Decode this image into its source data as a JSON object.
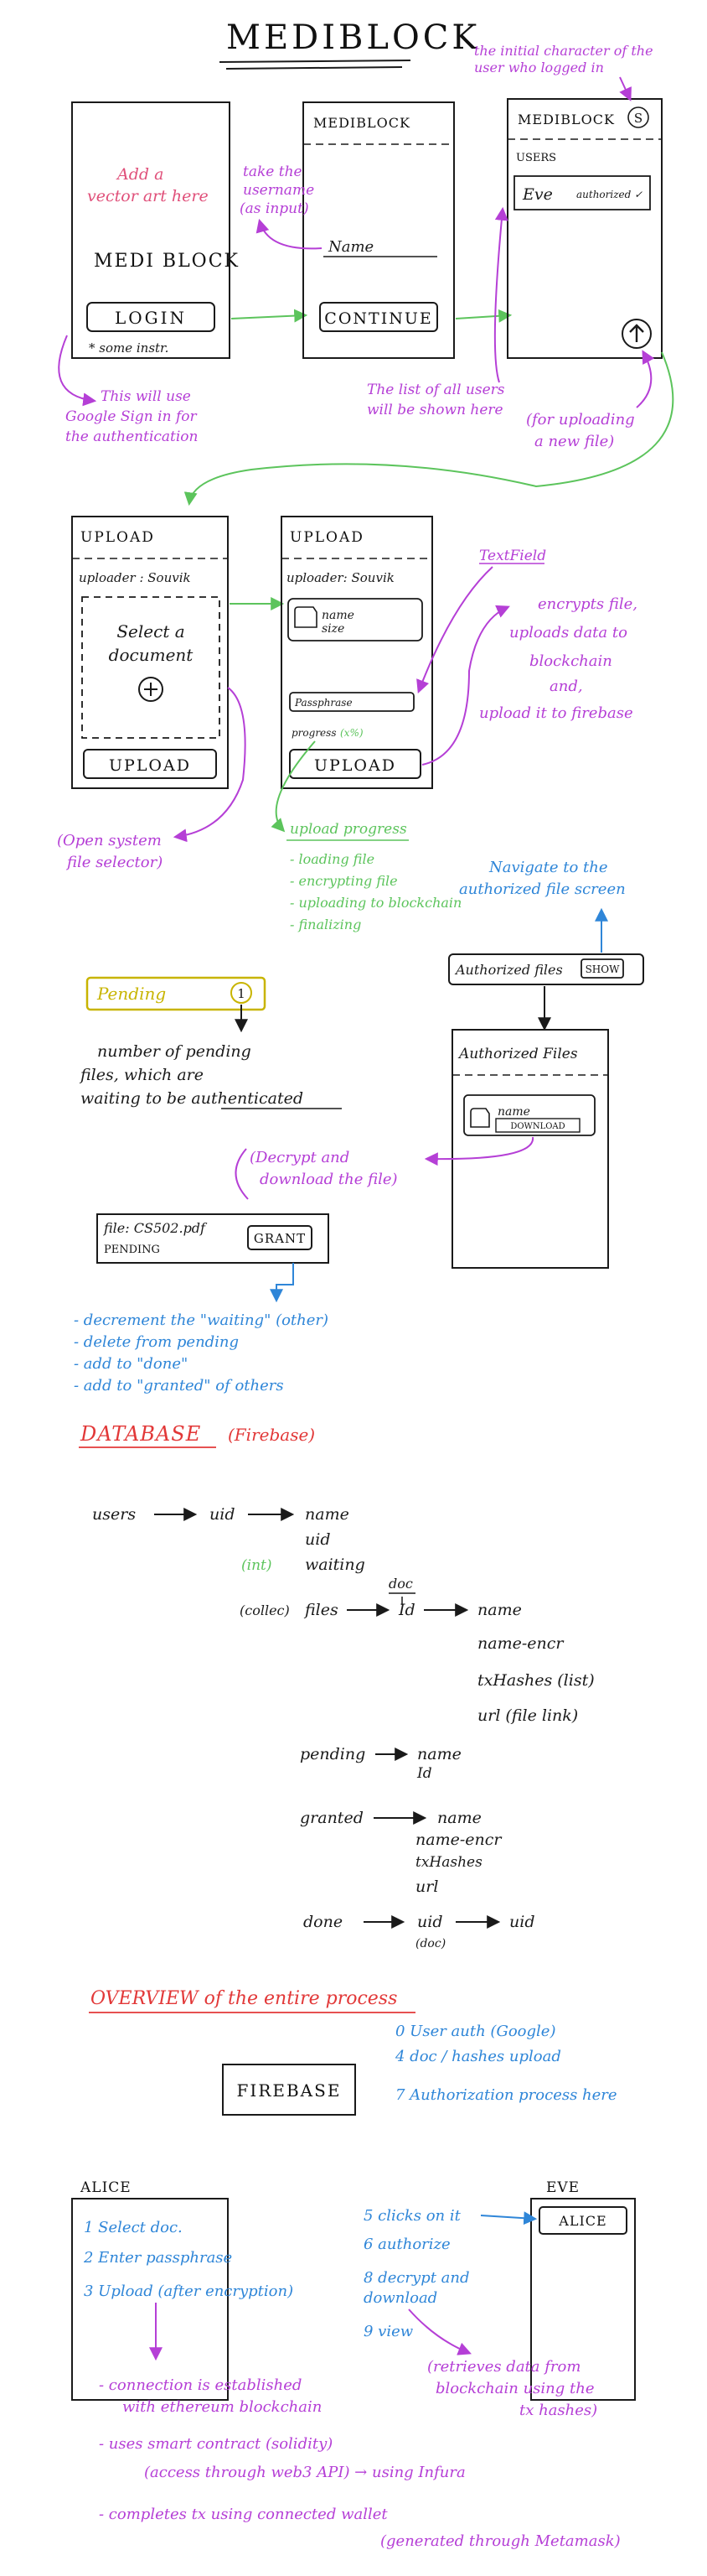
{
  "title": "MEDIBLOCK",
  "screens": {
    "login": {
      "vector_note": [
        "Add a",
        "vector art here"
      ],
      "app_name": "MEDI BLOCK",
      "button": "LOGIN",
      "footnote": "* some instr.",
      "note": [
        "This will use",
        "Google Sign in for",
        "the authentication"
      ]
    },
    "name": {
      "header": "MEDIBLOCK",
      "field": "Name",
      "button": "CONTINUE",
      "note": [
        "take the",
        "username",
        "(as input)"
      ]
    },
    "users": {
      "header": "MEDIBLOCK",
      "avatar": "S",
      "section": "USERS",
      "user_name": "Eve",
      "user_status": "authorized ✓",
      "avatar_note": [
        "the initial character of the",
        "user who logged in"
      ],
      "list_note": [
        "The list of all users",
        "will be shown here"
      ],
      "fab_note": [
        "(for uploading",
        "a new file)"
      ]
    },
    "upload1": {
      "header": "UPLOAD",
      "uploader": "uploader : Souvik",
      "select": [
        "Select a",
        "document"
      ],
      "button": "UPLOAD",
      "note": [
        "(Open system",
        "file selector)"
      ]
    },
    "upload2": {
      "header": "UPLOAD",
      "uploader": "uploader: Souvik",
      "file_name": "name",
      "file_size": "size",
      "passphrase": "Passphrase",
      "progress": "progress",
      "progress_pct": "(x%)",
      "button": "UPLOAD",
      "textfield_note": "TextField",
      "action_note": [
        "encrypts file,",
        "uploads data to",
        "blockchain",
        "and,",
        "upload it to firebase"
      ]
    },
    "progress_steps": {
      "title": "upload progress",
      "items": [
        "- loading file",
        "- encrypting file",
        "- uploading to blockchain",
        "- finalizing"
      ]
    }
  },
  "authorized": {
    "navigate_note": [
      "Navigate to the",
      "authorized file screen"
    ],
    "bar_label": "Authorized files",
    "show_button": "SHOW",
    "screen_title": "Authorized Files",
    "file_name": "name",
    "download_button": "DOWNLOAD",
    "decrypt_note": [
      "(Decrypt and",
      "download the file)"
    ]
  },
  "pending": {
    "label": "Pending",
    "count": "1",
    "note": [
      "number of pending",
      "files, which are",
      "waiting to be authenticated"
    ],
    "card_file": "file: CS502.pdf",
    "card_status": "PENDING",
    "grant_button": "GRANT",
    "grant_effects": [
      "- decrement the \"waiting\" (other)",
      "- delete from pending",
      "- add to \"done\"",
      "- add to \"granted\" of others"
    ]
  },
  "database": {
    "heading": "DATABASE",
    "subheading": "(Firebase)",
    "users": "users",
    "uid": "uid",
    "name": "name",
    "uid2": "uid",
    "int_tag": "(int)",
    "waiting": "waiting",
    "doc": "doc",
    "collec_tag": "(collec)",
    "files": "files",
    "id": "Id",
    "files_fields": [
      "name",
      "name-encr",
      "txHashes (list)",
      "url (file link)"
    ],
    "pending": "pending",
    "pending_fields": [
      "name",
      "Id"
    ],
    "granted": "granted",
    "granted_fields": [
      "name",
      "name-encr",
      "txHashes",
      "url"
    ],
    "done": "done",
    "done_uid": "uid",
    "done_doc": "(doc)",
    "done_target": "uid"
  },
  "overview": {
    "heading": "OVERVIEW of the entire process",
    "firebase": "FIREBASE",
    "firebase_steps": [
      "0  User auth (Google)",
      "4  doc / hashes upload",
      "7  Authorization process here"
    ],
    "alice_label": "ALICE",
    "alice_steps": [
      "1  Select doc.",
      "2  Enter passphrase",
      "3  Upload (after encryption)"
    ],
    "eve_label": "EVE",
    "eve_button": "ALICE",
    "eve_steps": [
      "5  clicks on it",
      "6  authorize",
      "8  decrypt and",
      "    download",
      "9  view"
    ],
    "retrieve_note": [
      "(retrieves data from",
      "blockchain using the",
      "tx hashes)"
    ],
    "bottom_notes": [
      "- connection is established",
      "with ethereum blockchain",
      "- uses smart contract (solidity)",
      "(access through web3 API) → using Infura",
      "- completes tx using connected wallet",
      "(generated through Metamask)"
    ]
  },
  "colors": {
    "ink": "#1a1a1a",
    "purple": "#b53fd6",
    "pink": "#e0507a",
    "green": "#5cc45c",
    "blue": "#2f86d8",
    "red": "#e23838",
    "yellow": "#c8b400",
    "gray": "#888888"
  }
}
